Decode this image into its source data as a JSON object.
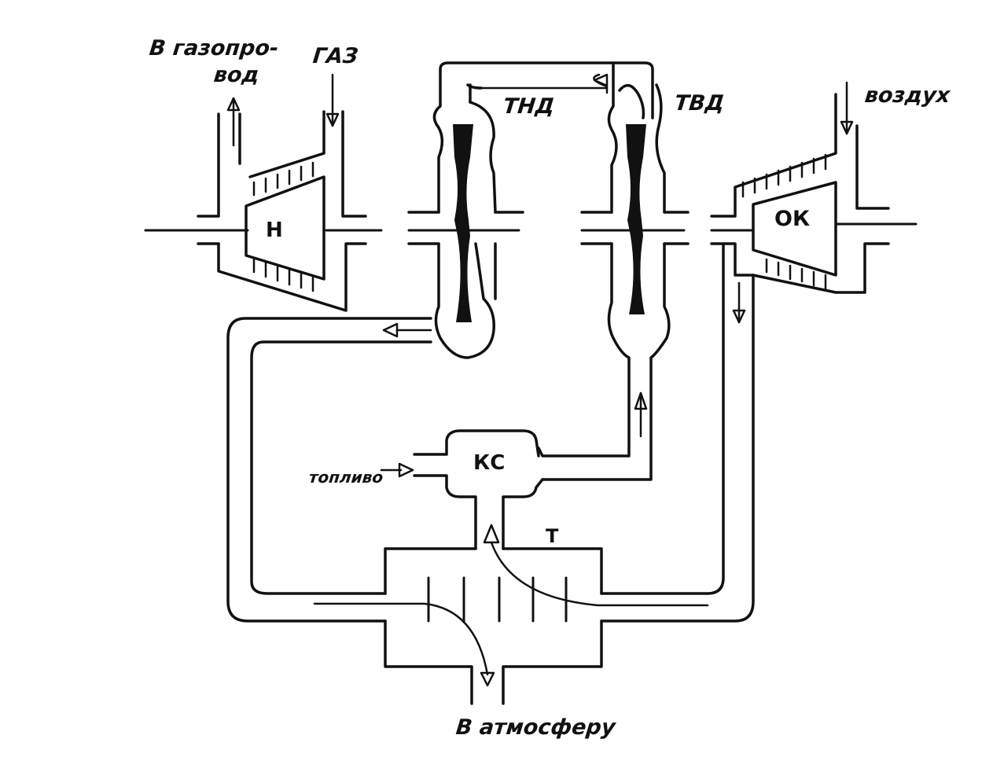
{
  "labels": {
    "to_pipeline_line1": "В газопро-",
    "to_pipeline_line2": "вод",
    "gas": "ГАЗ",
    "air": "воздух",
    "lpt": "ТНД",
    "hpt": "ТВД",
    "compressor_h": "Н",
    "compressor_ok": "ОК",
    "combustor": "КС",
    "fuel": "топливо",
    "heat_exchanger": "Т",
    "to_atmosphere": "В атмосферу"
  }
}
